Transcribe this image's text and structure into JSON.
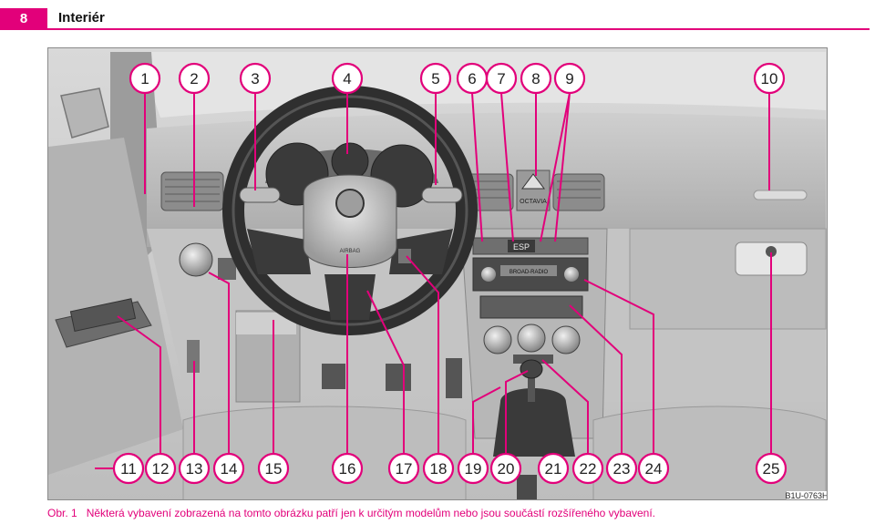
{
  "header": {
    "page_number": "8",
    "title": "Interiér"
  },
  "figure": {
    "code": "B1U-0763H",
    "caption_label": "Obr. 1",
    "caption_text": "Některá vybavení zobrazená na tomto obrázku patří jen k určitým modelům nebo jsou součástí rozšířeného vybavení.",
    "labels": [
      "1",
      "2",
      "3",
      "4",
      "5",
      "6",
      "7",
      "8",
      "9",
      "10",
      "11",
      "12",
      "13",
      "14",
      "15",
      "16",
      "17",
      "18",
      "19",
      "20",
      "21",
      "22",
      "23",
      "24",
      "25"
    ],
    "panel_texts": {
      "esp": "ESP",
      "airbag": "AIRBAG",
      "radio": "BROAD-RADIO",
      "brand": "OCTAVIA"
    },
    "colors": {
      "accent": "#e2007a"
    }
  }
}
